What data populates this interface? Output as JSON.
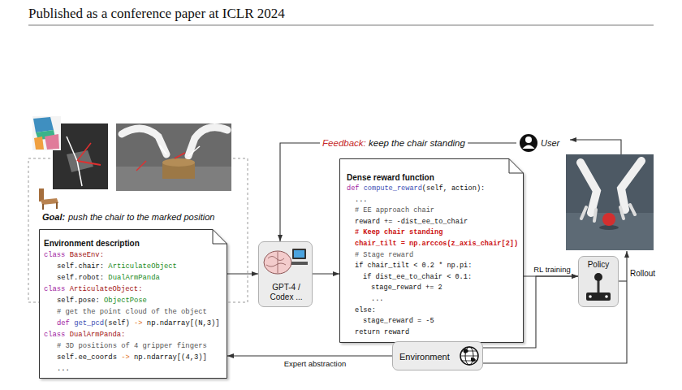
{
  "diagram": {
    "nodes": [
      {
        "text": [
          "Environment description",
          "class BaseEnv:",
          "self.chair: ArticulateObject",
          "self.robot: DualArmPanda",
          "class ArticulateObject:",
          "self.pose: ObjectPose",
          "# get the point cloud of the object",
          "def get_pcd(self) -> np.ndarray[(N,3)]",
          "class DualArmPanda:",
          "# 3D positions of 4 gripper fingers",
          "self.ee_coords -> np.ndarray[(4,3)]",
          "..."
        ]
      },
      {
        "text": [
          "GPT-4 / Codex ..."
        ]
      },
      {
        "text": [
          "Dense reward function",
          "def compute_reward(self, action):",
          "...",
          "# EE approach chair",
          "reward += -dist_ee_to_chair",
          "# Keep chair standing",
          "chair_tilt = np.arccos(z_axis_chair[2])",
          "# Stage reward",
          "if chair_tilt < 0.2 * np.pi:",
          "if dist_ee_to_chair < 0.1:",
          "stage_reward += 2",
          "...",
          "else:",
          "stage_reward = -5",
          "return reward"
        ]
      },
      {
        "text": [
          "User"
        ]
      },
      {
        "text": [
          "Policy"
        ]
      },
      {
        "text": [
          "Environment"
        ]
      }
    ],
    "edges": [
      {
        "from": 0,
        "to": 1,
        "arrow": "to"
      },
      {
        "from": 1,
        "to": 2,
        "arrow": "to"
      },
      {
        "from": 3,
        "to": 1,
        "label": "Feedback: keep the chair standing",
        "arrow": "to"
      },
      {
        "from": 2,
        "to": 4,
        "label": "RL training",
        "arrow": "to"
      },
      {
        "from": 5,
        "to": 4,
        "arrow": "to"
      },
      {
        "from": 5,
        "to": 0,
        "label": "Expert abstraction",
        "arrow": "to"
      }
    ],
    "labels": [
      "Published as a conference paper at ICLR 2024",
      "Goal:",
      "push the chair to the marked position",
      "Rollout"
    ]
  }
}
